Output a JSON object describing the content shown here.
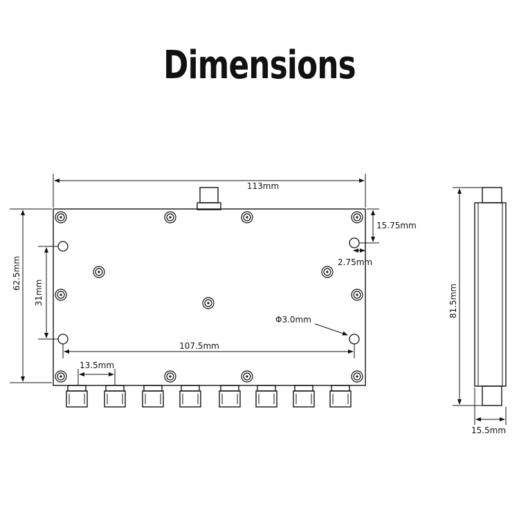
{
  "title": "Dimensions",
  "dimensions": {
    "overall_width": "113mm",
    "height": "62.5mm",
    "hole_offset_top": "15.75mm",
    "hole_offset_side": "2.75mm",
    "hole_spacing_vertical": "31mm",
    "hole_diameter": "Φ3.0mm",
    "hole_spacing_horizontal": "107.5mm",
    "port_pitch": "13.5mm",
    "side_height": "81.5mm",
    "side_depth": "15.5mm"
  },
  "colors": {
    "line": "#111111",
    "fill": "#ffffff"
  }
}
